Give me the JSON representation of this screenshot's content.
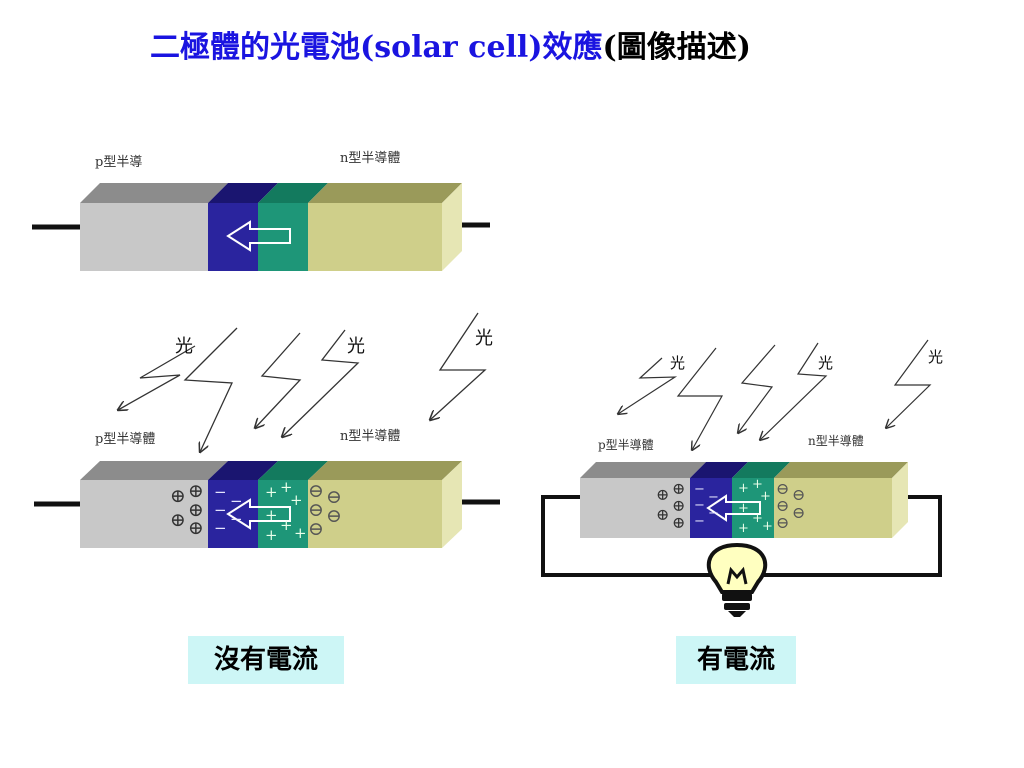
{
  "title": {
    "main": "二極體的光電池(solar cell)效應",
    "paren": "(圖像描述)"
  },
  "panels": {
    "top": {
      "p_label": "p型半導",
      "n_label": "n型半導體"
    },
    "bottom_left": {
      "p_label": "p型半導體",
      "n_label": "n型半導體",
      "light_labels": [
        "光",
        "光",
        "光"
      ],
      "caption": "沒有電流"
    },
    "bottom_right": {
      "p_label": "p型半導體",
      "n_label": "n型半導體",
      "light_labels": [
        "光",
        "光",
        "光"
      ],
      "caption": "有電流"
    }
  },
  "symbols": {
    "hole": "⊕",
    "electron": "⊖",
    "plus": "+",
    "minus": "−"
  },
  "colors": {
    "title_blue": "#1a14e0",
    "p_region_front": "#c8c8c8",
    "p_region_top": "#8c8c8c",
    "depletion_p": "#2a249e",
    "depletion_n": "#1e9678",
    "n_region_front": "#cfcf8a",
    "n_region_top": "#9a9a5a",
    "caption_bg": "#cdf6f6",
    "bulb": "#ffffc0"
  }
}
